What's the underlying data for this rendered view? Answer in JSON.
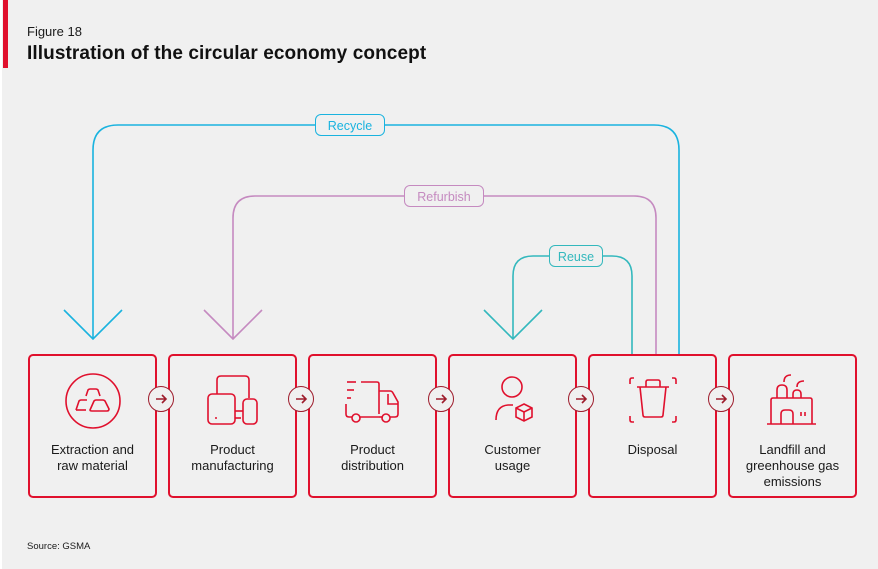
{
  "figure": {
    "label": "Figure 18",
    "title": "Illustration of the circular economy concept",
    "source": "Source: GSMA"
  },
  "colors": {
    "accent": "#e0102d",
    "step_border": "#e0102d",
    "arrow_circle": "#9e1c2c",
    "recycle": "#1ab3df",
    "refurbish": "#c58ac0",
    "reuse": "#33b8bd",
    "background": "#f0f0f0"
  },
  "steps": [
    {
      "label": "Extraction and raw material",
      "lines": [
        "Extraction and",
        "raw material"
      ],
      "icon": "raw-material-icon"
    },
    {
      "label": "Product manufacturing",
      "lines": [
        "Product",
        "manufacturing"
      ],
      "icon": "devices-icon"
    },
    {
      "label": "Product distribution",
      "lines": [
        "Product",
        "distribution"
      ],
      "icon": "delivery-truck-icon"
    },
    {
      "label": "Customer usage",
      "lines": [
        "Customer",
        "usage"
      ],
      "icon": "user-package-icon"
    },
    {
      "label": "Disposal",
      "lines": [
        "Disposal"
      ],
      "icon": "trash-bin-icon"
    },
    {
      "label": "Landfill and greenhouse gas emissions",
      "lines": [
        "Landfill and",
        "greenhouse gas",
        "emissions"
      ],
      "icon": "factory-emissions-icon"
    }
  ],
  "step_connector_icon": "arrow-right-icon",
  "loops": [
    {
      "label": "Recycle",
      "from": "Disposal",
      "to": "Extraction and raw material"
    },
    {
      "label": "Refurbish",
      "from": "Disposal",
      "to": "Product manufacturing"
    },
    {
      "label": "Reuse",
      "from": "Disposal",
      "to": "Customer usage"
    }
  ]
}
